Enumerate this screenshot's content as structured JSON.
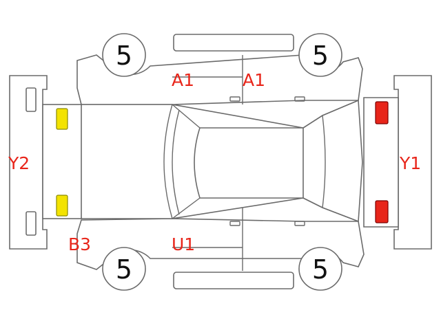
{
  "colors": {
    "outline": "#6a6a6a",
    "code_text": "#e8251a",
    "front_marker": "#e8251a",
    "rear_marker": "#f3e300"
  },
  "wheels": {
    "top_left": "5",
    "top_right": "5",
    "bottom_left": "5",
    "bottom_right": "5"
  },
  "codes": {
    "top_left_door": "A1",
    "top_right_door": "A1",
    "bottom_left": "U1",
    "rear_left": "B3",
    "rear": "Y2",
    "front": "Y1"
  }
}
